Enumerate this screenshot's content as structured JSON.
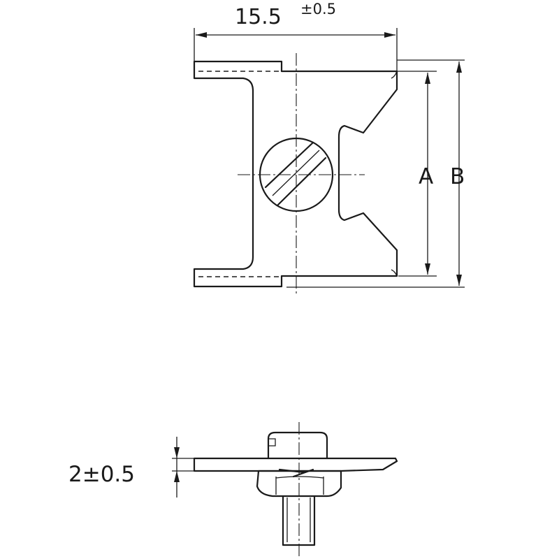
{
  "top_dimension": {
    "value": "15.5",
    "tolerance": "±0.5"
  },
  "side_labels": {
    "a": "A",
    "b": "B"
  },
  "thickness_dimension": {
    "text": "2±0.5"
  }
}
